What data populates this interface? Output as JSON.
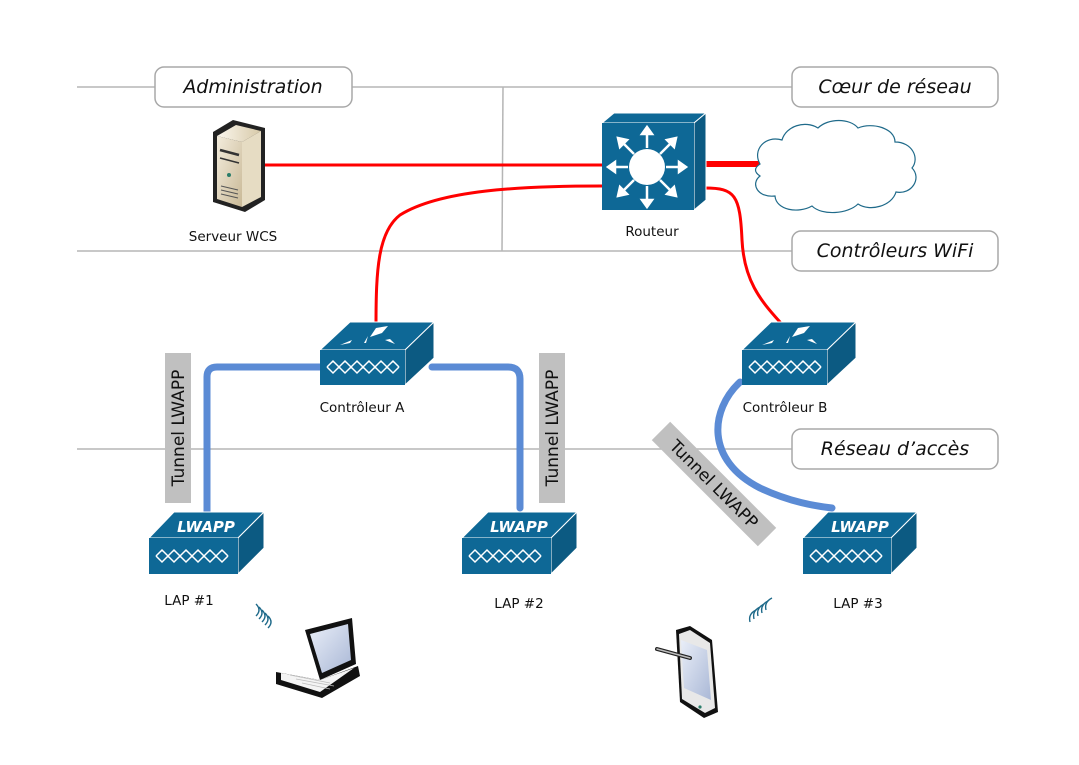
{
  "zones": [
    {
      "id": "admin",
      "label": "Administration"
    },
    {
      "id": "core",
      "label": "Cœur de réseau"
    },
    {
      "id": "controllers",
      "label": "Contrôleurs WiFi"
    },
    {
      "id": "access",
      "label": "Réseau d’accès"
    }
  ],
  "devices": {
    "server": {
      "label": "Serveur WCS",
      "icon": "server-icon"
    },
    "router": {
      "label": "Routeur",
      "icon": "router-icon"
    },
    "cloud": {
      "label": "",
      "icon": "cloud-icon"
    },
    "controller_a": {
      "label": "Contrôleur A",
      "icon": "wlan-controller-icon"
    },
    "controller_b": {
      "label": "Contrôleur B",
      "icon": "wlan-controller-icon"
    },
    "lap1": {
      "label": "LAP #1",
      "badge": "LWAPP",
      "icon": "access-point-icon"
    },
    "lap2": {
      "label": "LAP #2",
      "badge": "LWAPP",
      "icon": "access-point-icon"
    },
    "lap3": {
      "label": "LAP #3",
      "badge": "LWAPP",
      "icon": "access-point-icon"
    },
    "laptop": {
      "label": "",
      "icon": "laptop-icon"
    },
    "tablet": {
      "label": "",
      "icon": "tablet-icon"
    }
  },
  "tunnels": [
    {
      "from": "Contrôleur A",
      "to": "LAP #1",
      "label": "Tunnel LWAPP"
    },
    {
      "from": "Contrôleur A",
      "to": "LAP #2",
      "label": "Tunnel LWAPP"
    },
    {
      "from": "Contrôleur B",
      "to": "LAP #3",
      "label": "Tunnel LWAPP"
    }
  ],
  "links": [
    {
      "from": "Serveur WCS",
      "to": "Routeur",
      "type": "wired"
    },
    {
      "from": "Routeur",
      "to": "cloud",
      "type": "wired-uplink"
    },
    {
      "from": "Routeur",
      "to": "Contrôleur A",
      "type": "wired"
    },
    {
      "from": "Routeur",
      "to": "Contrôleur B",
      "type": "wired"
    }
  ],
  "colors": {
    "wired_link": "#ff0000",
    "tunnel": "#5b8bd5",
    "device_fill": "#0e6896",
    "zone_line": "#b5b5b5",
    "tunnel_label_bg": "#c0c0c0"
  }
}
